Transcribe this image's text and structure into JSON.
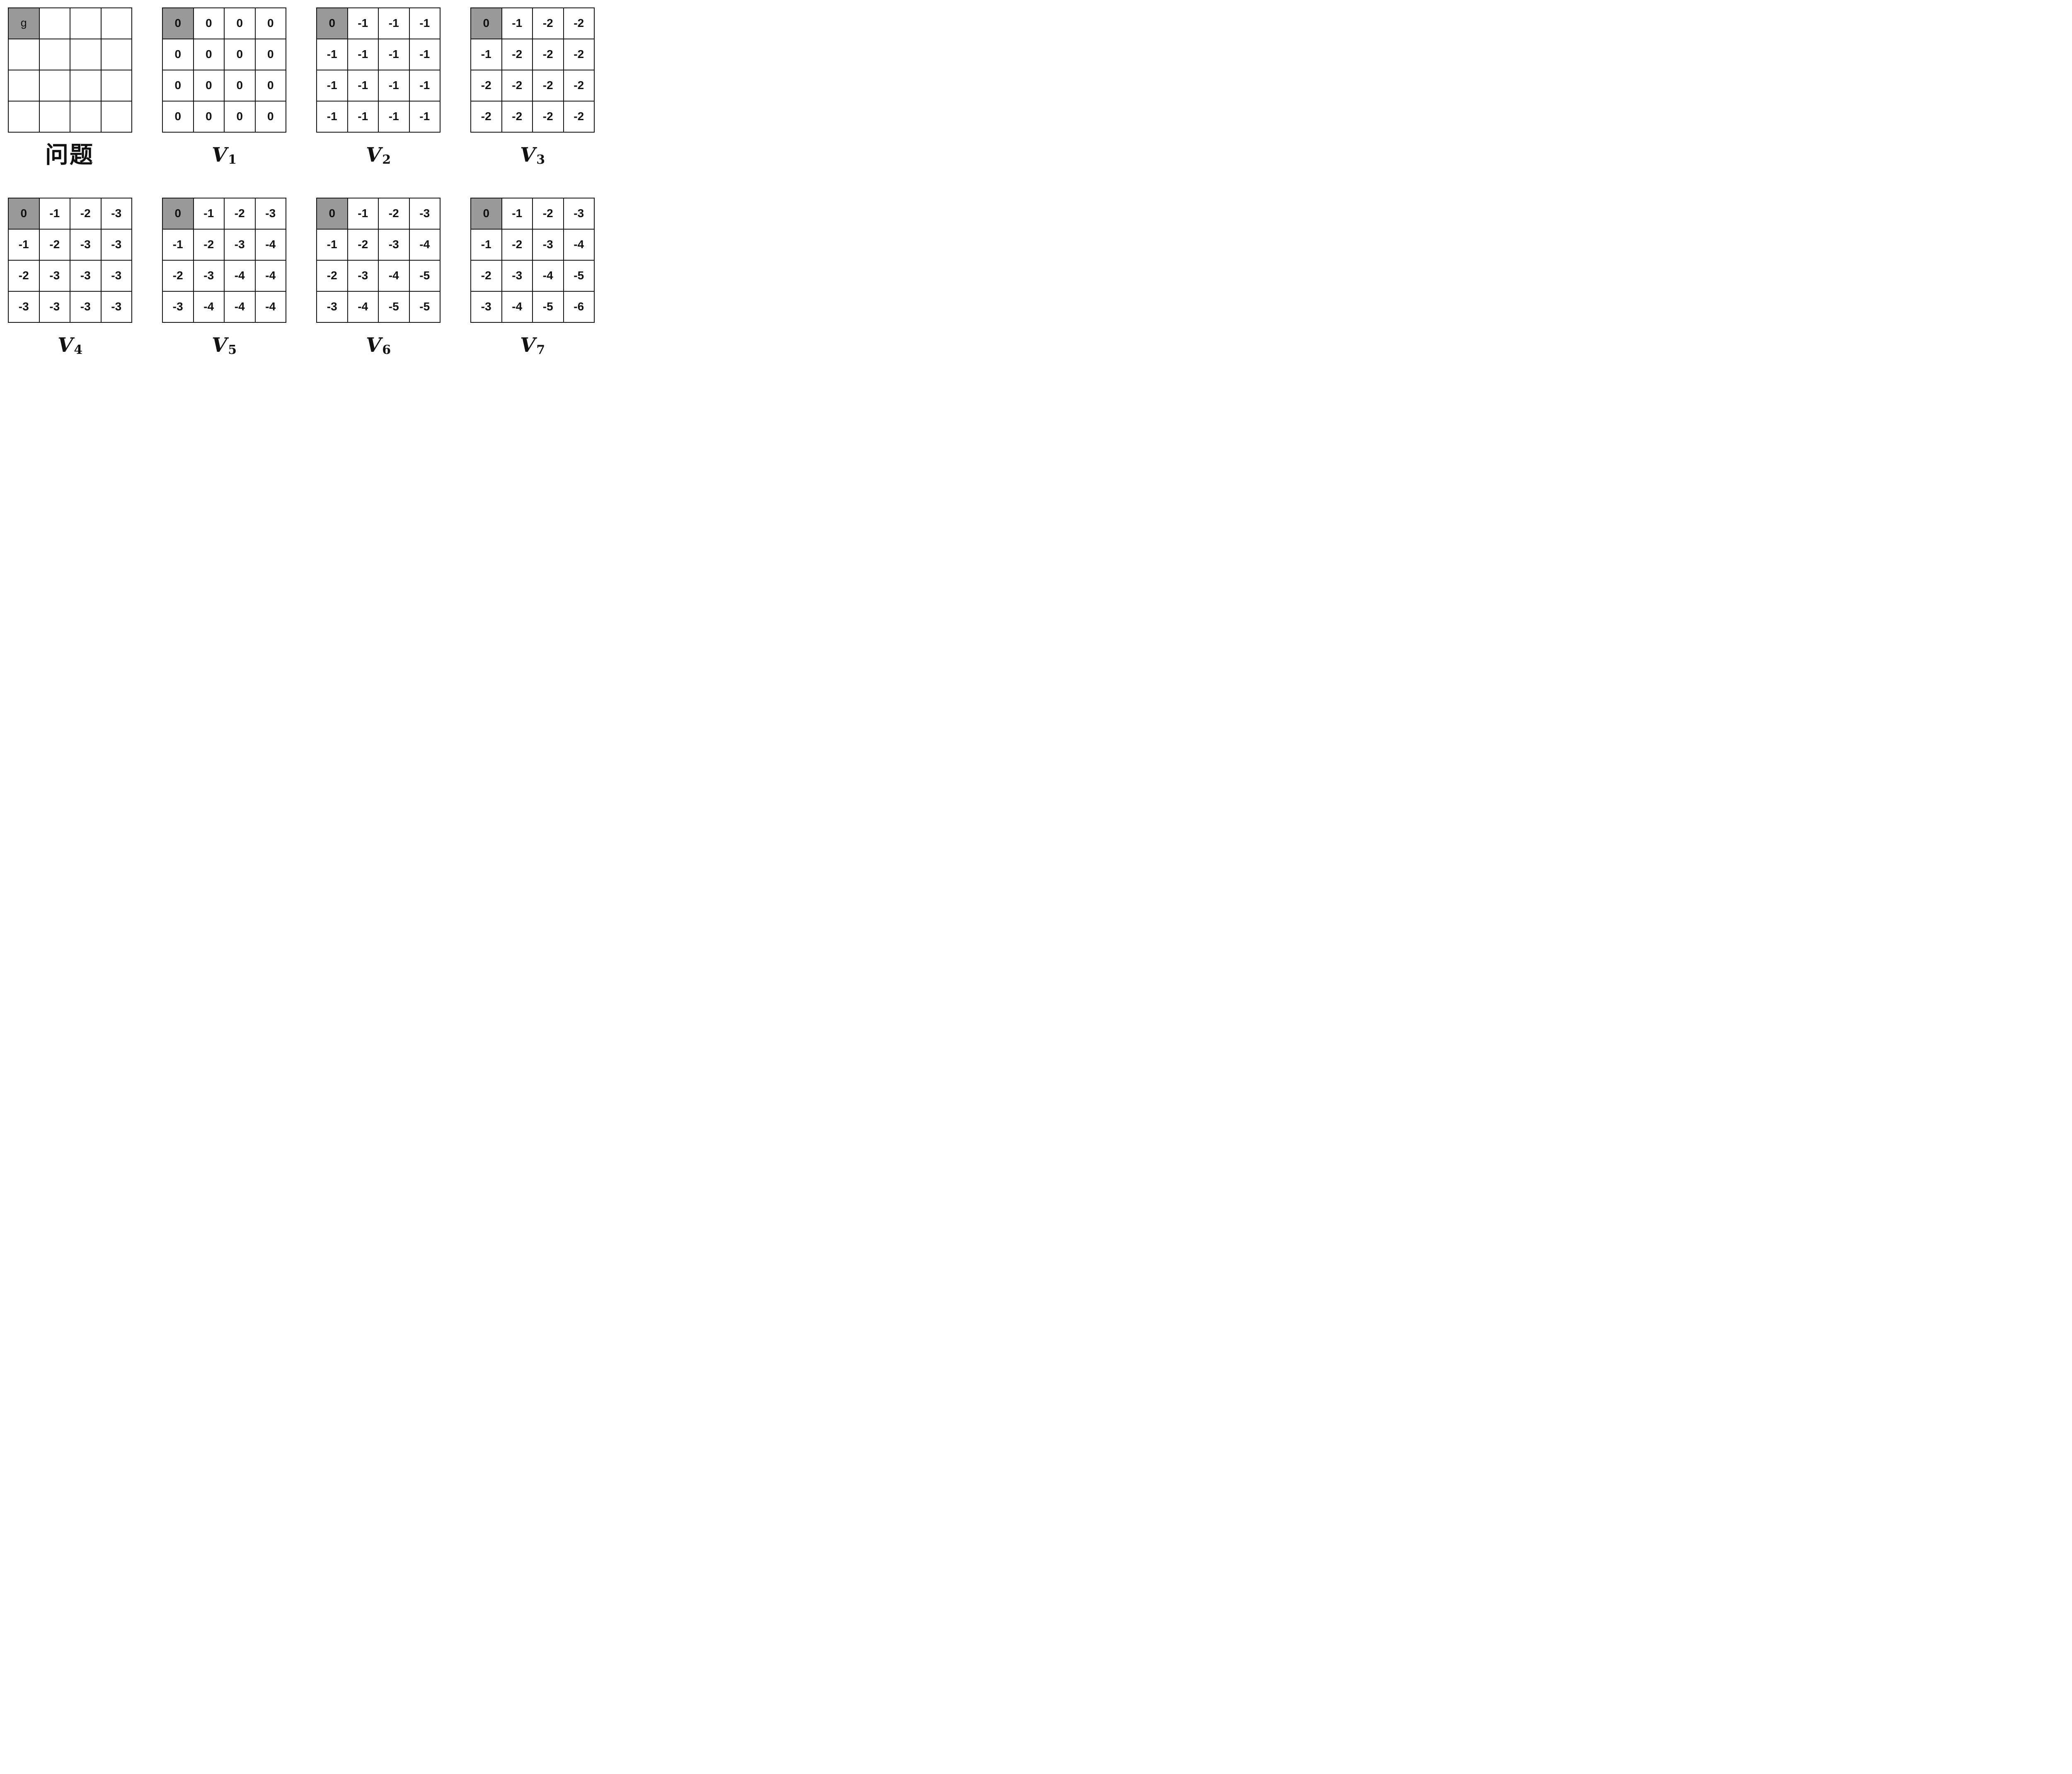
{
  "colors": {
    "background": "#ffffff",
    "grid_line": "#111111",
    "cell_background": "#ffffff",
    "goal_cell_background": "#999999",
    "text": "#111111"
  },
  "grids": [
    {
      "id": "problem",
      "label": {
        "base": "问题",
        "sub": ""
      },
      "goal": {
        "row": 0,
        "col": 0
      },
      "rows": [
        [
          "g",
          "",
          "",
          ""
        ],
        [
          "",
          "",
          "",
          ""
        ],
        [
          "",
          "",
          "",
          ""
        ],
        [
          "",
          "",
          "",
          ""
        ]
      ]
    },
    {
      "id": "V1",
      "label": {
        "base": "V",
        "sub": "1"
      },
      "goal": {
        "row": 0,
        "col": 0
      },
      "rows": [
        [
          "0",
          "0",
          "0",
          "0"
        ],
        [
          "0",
          "0",
          "0",
          "0"
        ],
        [
          "0",
          "0",
          "0",
          "0"
        ],
        [
          "0",
          "0",
          "0",
          "0"
        ]
      ]
    },
    {
      "id": "V2",
      "label": {
        "base": "V",
        "sub": "2"
      },
      "goal": {
        "row": 0,
        "col": 0
      },
      "rows": [
        [
          "0",
          "-1",
          "-1",
          "-1"
        ],
        [
          "-1",
          "-1",
          "-1",
          "-1"
        ],
        [
          "-1",
          "-1",
          "-1",
          "-1"
        ],
        [
          "-1",
          "-1",
          "-1",
          "-1"
        ]
      ]
    },
    {
      "id": "V3",
      "label": {
        "base": "V",
        "sub": "3"
      },
      "goal": {
        "row": 0,
        "col": 0
      },
      "rows": [
        [
          "0",
          "-1",
          "-2",
          "-2"
        ],
        [
          "-1",
          "-2",
          "-2",
          "-2"
        ],
        [
          "-2",
          "-2",
          "-2",
          "-2"
        ],
        [
          "-2",
          "-2",
          "-2",
          "-2"
        ]
      ]
    },
    {
      "id": "V4",
      "label": {
        "base": "V",
        "sub": "4"
      },
      "goal": {
        "row": 0,
        "col": 0
      },
      "rows": [
        [
          "0",
          "-1",
          "-2",
          "-3"
        ],
        [
          "-1",
          "-2",
          "-3",
          "-3"
        ],
        [
          "-2",
          "-3",
          "-3",
          "-3"
        ],
        [
          "-3",
          "-3",
          "-3",
          "-3"
        ]
      ]
    },
    {
      "id": "V5",
      "label": {
        "base": "V",
        "sub": "5"
      },
      "goal": {
        "row": 0,
        "col": 0
      },
      "rows": [
        [
          "0",
          "-1",
          "-2",
          "-3"
        ],
        [
          "-1",
          "-2",
          "-3",
          "-4"
        ],
        [
          "-2",
          "-3",
          "-4",
          "-4"
        ],
        [
          "-3",
          "-4",
          "-4",
          "-4"
        ]
      ]
    },
    {
      "id": "V6",
      "label": {
        "base": "V",
        "sub": "6"
      },
      "goal": {
        "row": 0,
        "col": 0
      },
      "rows": [
        [
          "0",
          "-1",
          "-2",
          "-3"
        ],
        [
          "-1",
          "-2",
          "-3",
          "-4"
        ],
        [
          "-2",
          "-3",
          "-4",
          "-5"
        ],
        [
          "-3",
          "-4",
          "-5",
          "-5"
        ]
      ]
    },
    {
      "id": "V7",
      "label": {
        "base": "V",
        "sub": "7"
      },
      "goal": {
        "row": 0,
        "col": 0
      },
      "rows": [
        [
          "0",
          "-1",
          "-2",
          "-3"
        ],
        [
          "-1",
          "-2",
          "-3",
          "-4"
        ],
        [
          "-2",
          "-3",
          "-4",
          "-5"
        ],
        [
          "-3",
          "-4",
          "-5",
          "-6"
        ]
      ]
    }
  ]
}
